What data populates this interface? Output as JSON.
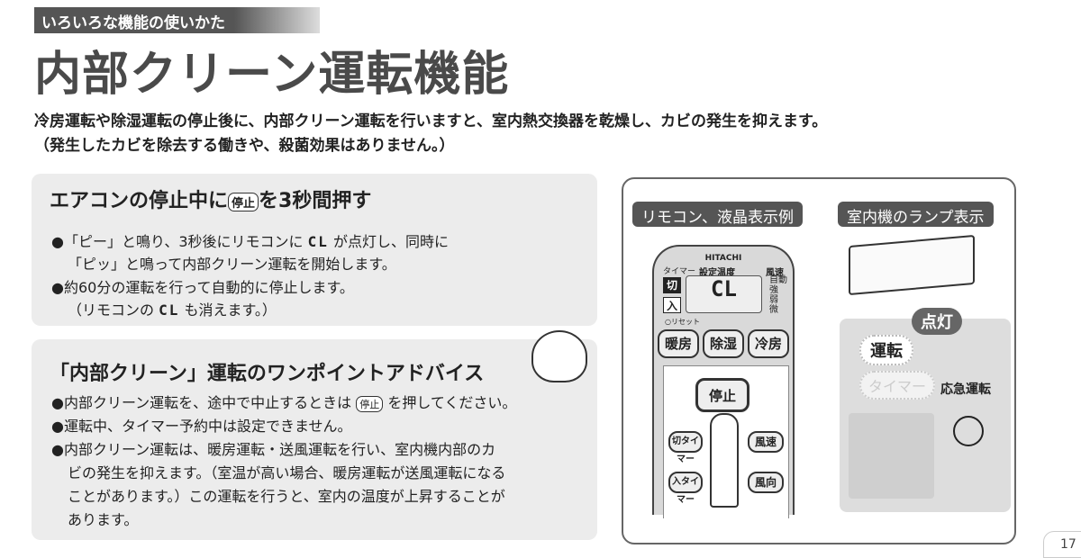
{
  "header": {
    "section_tag": "いろいろな機能の使いかた",
    "title": "内部クリーン運転機能"
  },
  "intro": [
    "冷房運転や除湿運転の停止後に、内部クリーン運転を行いますと、室内熱交換器を乾燥し、カビの発生を抑えます。",
    "（発生したカビを除去する働きや、殺菌効果はありません。）"
  ],
  "box1": {
    "heading_pre": "エアコンの停止中に",
    "heading_key": "停止",
    "heading_post": "を3秒間押す",
    "lines": [
      {
        "pre": "●「ピー」と鳴り、3秒後にリモコンに",
        "display": "CL",
        "post": "が点灯し、同時に"
      },
      {
        "text": "「ピッ」と鳴って内部クリーン運転を開始します。"
      },
      {
        "text": "●約60分の運転を行って自動的に停止します。"
      },
      {
        "pre": "（リモコンの",
        "display": "CL",
        "post": "も消えます。）"
      }
    ]
  },
  "box2": {
    "heading": "「内部クリーン」運転のワンポイントアドバイス",
    "line1_pre": "●内部クリーン運転を、途中で中止するときは",
    "line1_key": "停止",
    "line1_post": "を押してください。",
    "lines": [
      "●運転中、タイマー予約中は設定できません。",
      "●内部クリーン運転は、暖房運転・送風運転を行い、室内機内部のカ",
      "ビの発生を抑えます。（室温が高い場合、暖房運転が送風運転になる",
      "ことがあります。）この運転を行うと、室内の温度が上昇することが",
      "あります。"
    ]
  },
  "panel": {
    "remote_label": "リモコン、液晶表示例",
    "lamp_label": "室内機のランプ表示",
    "remote": {
      "brand": "HITACHI",
      "timer": "タイマー",
      "set_temp": "設定温度",
      "fan": "風速",
      "fan_modes": "自動\n強\n弱\n微",
      "off": "切",
      "on": "入",
      "display": "CL",
      "reset": "○リセット",
      "heat": "暖房",
      "dehum": "除湿",
      "cool": "冷房",
      "stop": "停止",
      "off_timer": "切タイマー",
      "on_timer": "入タイマー",
      "fan_speed": "風速",
      "fan_dir": "風向"
    },
    "lamp": {
      "lit": "点灯",
      "run": "運転",
      "timer": "タイマー",
      "emergency": "応急運転"
    }
  },
  "page_number": "17"
}
